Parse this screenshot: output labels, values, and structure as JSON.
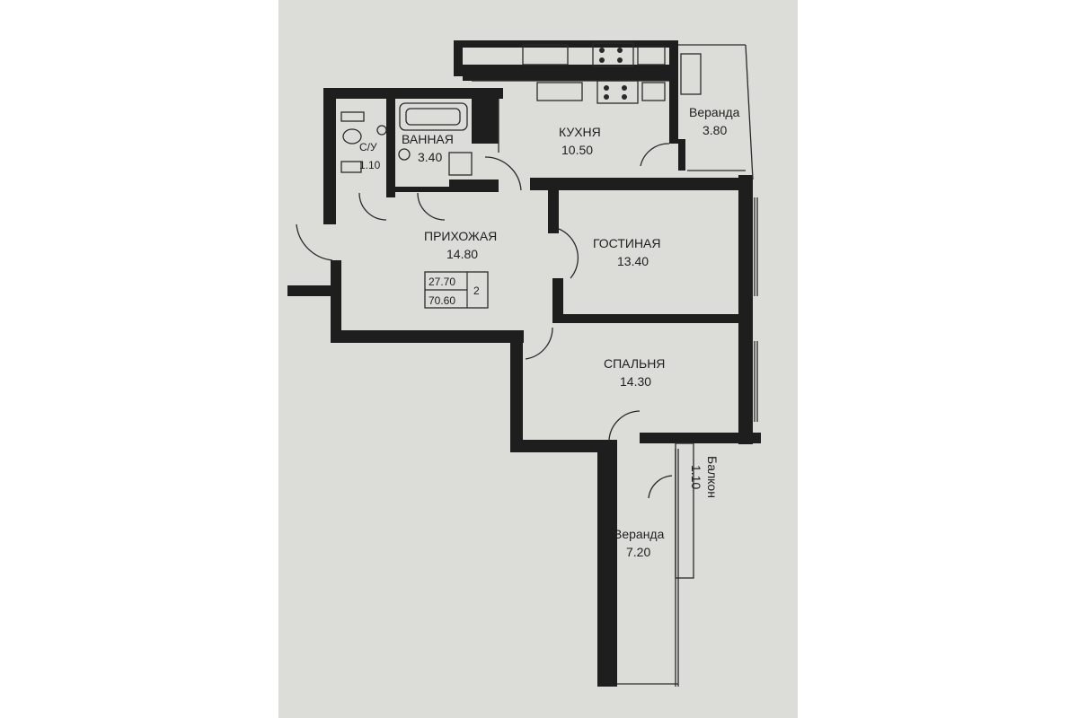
{
  "rooms": {
    "kitchen": {
      "name": "КУХНЯ",
      "area": "10.50"
    },
    "veranda_top": {
      "name": "Веранда",
      "area": "3.80"
    },
    "bathroom": {
      "name": "ВАННАЯ",
      "area": "3.40"
    },
    "wc": {
      "name": "С/У",
      "area": "1.10"
    },
    "hallway": {
      "name": "ПРИХОЖАЯ",
      "area": "14.80"
    },
    "living": {
      "name": "ГОСТИНАЯ",
      "area": "13.40"
    },
    "bedroom": {
      "name": "СПАЛЬНЯ",
      "area": "14.30"
    },
    "balcony": {
      "name": "Балкон",
      "area": "1.10"
    },
    "veranda_bottom": {
      "name": "Веранда",
      "area": "7.20"
    }
  },
  "summary": {
    "living_area": "27.70",
    "total_area": "70.60",
    "room_count": "2"
  },
  "colors": {
    "wall": "#1e1e1e",
    "paper": "#dcdcd8",
    "line": "#2a2a2a"
  }
}
